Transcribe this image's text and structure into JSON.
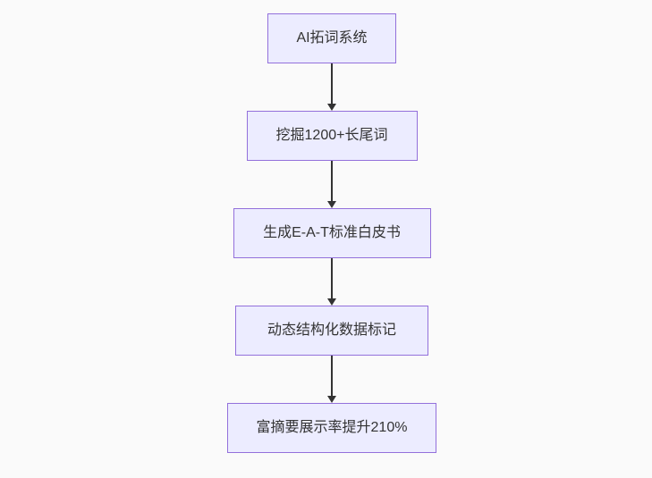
{
  "page": {
    "background": "#fafafa"
  },
  "flowchart": {
    "type": "flowchart-top-down",
    "nodes": [
      {
        "id": "A",
        "label": "AI拓词系统"
      },
      {
        "id": "B",
        "label": "挖掘1200+长尾词"
      },
      {
        "id": "C",
        "label": "生成E-A-T标准白皮书"
      },
      {
        "id": "D",
        "label": "动态结构化数据标记"
      },
      {
        "id": "E",
        "label": "富摘要展示率提升210%"
      }
    ],
    "edges": [
      {
        "from": "A",
        "to": "B",
        "style": "arrow-down"
      },
      {
        "from": "B",
        "to": "C",
        "style": "arrow-down"
      },
      {
        "from": "C",
        "to": "D",
        "style": "arrow-down"
      },
      {
        "from": "D",
        "to": "E",
        "style": "arrow-down"
      }
    ],
    "style": {
      "node_fill": "#ececff",
      "node_border": "#9370db",
      "arrow_color": "#333333",
      "text_color": "#333333",
      "background": "#fafafa"
    }
  }
}
